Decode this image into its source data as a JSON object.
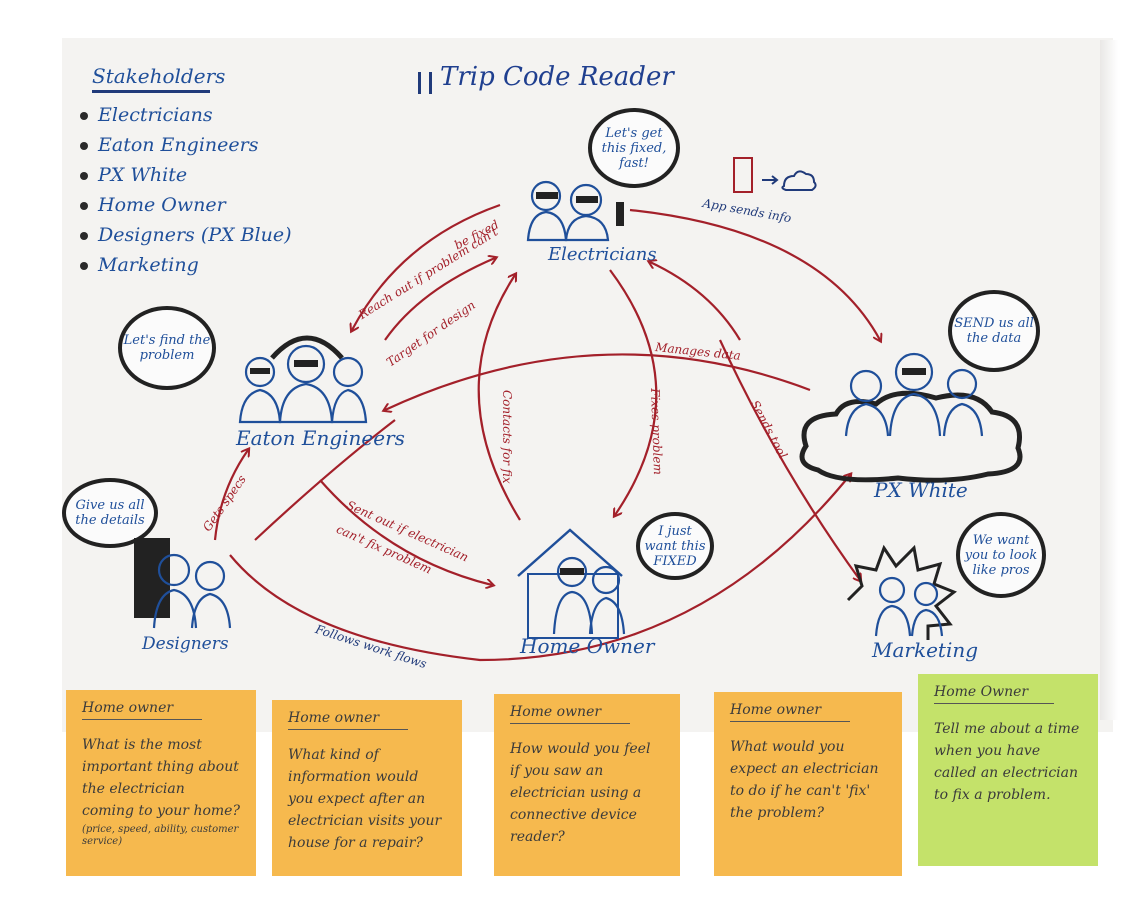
{
  "title": "Trip Code Reader",
  "stakeholders": {
    "heading": "Stakeholders",
    "items": [
      "Electricians",
      "Eaton Engineers",
      "PX White",
      "Home Owner",
      "Designers (PX Blue)",
      "Marketing"
    ]
  },
  "nodes": {
    "electricians": {
      "label": "Electricians",
      "bubble": "Let's get this fixed, fast!"
    },
    "eaton": {
      "label": "Eaton Engineers",
      "bubble": "Let's find the problem"
    },
    "pxwhite": {
      "label": "PX White",
      "bubble": "SEND us all the data"
    },
    "homeowner": {
      "label": "Home Owner",
      "bubble": "I just want this FIXED"
    },
    "designers": {
      "label": "Designers",
      "bubble": "Give us all the details"
    },
    "marketing": {
      "label": "Marketing",
      "bubble": "We want you to look like pros"
    }
  },
  "edges": {
    "reach_out_1": "Reach out if problem can't",
    "reach_out_2": "be fixed",
    "target_design": "Target for design",
    "app_sends": "App sends info",
    "manages_data": "Manages data",
    "contacts_fix": "Contacts for fix",
    "fixes_problem": "Fixes problem",
    "sends_tool": "Sends tool",
    "gets_specs": "Gets specs",
    "sent_out_1": "Sent out if electrician",
    "sent_out_2": "can't fix problem",
    "follows_flows": "Follows work flows"
  },
  "sticky_notes": [
    {
      "heading": "Home owner",
      "body": "What is the most important thing about the electrician coming to your home?",
      "footnote": "(price, speed, ability, customer service)",
      "color": "#f6b94e"
    },
    {
      "heading": "Home owner",
      "body": "What kind of information would you expect after an electrician visits your house for a repair?",
      "footnote": "",
      "color": "#f6b94e"
    },
    {
      "heading": "Home owner",
      "body": "How would you feel if you saw an electrician using a connective device reader?",
      "footnote": "",
      "color": "#f6b94e"
    },
    {
      "heading": "Home owner",
      "body": "What would you expect an electrician to do if he can't 'fix' the problem?",
      "footnote": "",
      "color": "#f6b94e"
    },
    {
      "heading": "Home Owner",
      "body": "Tell me about a time when you have called an electrician to fix a problem.",
      "footnote": "",
      "color": "#c4e26a"
    }
  ],
  "colors": {
    "ink_blue": "#1f4f9a",
    "ink_red": "#a3202a",
    "ink_black": "#222222",
    "paper": "#f4f3f1"
  }
}
